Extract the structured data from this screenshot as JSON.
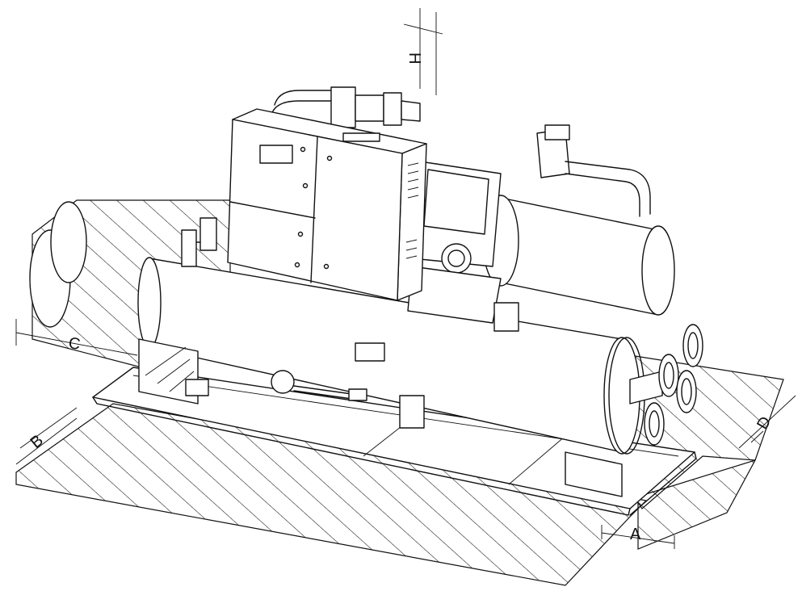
{
  "drawing": {
    "title": "",
    "dimension_labels": {
      "a": "A",
      "b": "B",
      "c": "C",
      "d": "D",
      "h": "H"
    },
    "colors": {
      "line": "#111111",
      "background": "#ffffff"
    }
  }
}
